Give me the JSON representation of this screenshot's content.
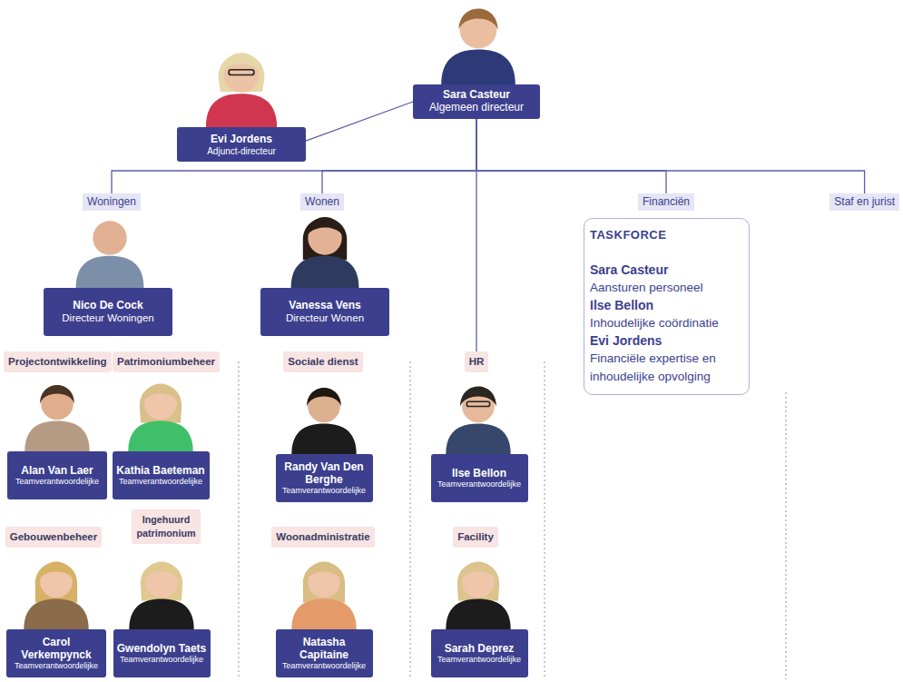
{
  "diagram": {
    "nodes": [
      {
        "text": [
          "Sara Casteur",
          "Algemeen directeur"
        ]
      },
      {
        "text": [
          "Evi Jordens",
          "Adjunct-directeur"
        ]
      },
      {
        "text": [
          "Woningen"
        ]
      },
      {
        "text": [
          "Wonen"
        ]
      },
      {
        "text": [
          "Financiën"
        ]
      },
      {
        "text": [
          "Staf en jurist"
        ]
      },
      {
        "text": [
          "Nico De Cock",
          "Directeur Woningen"
        ]
      },
      {
        "text": [
          "Vanessa Vens",
          "Directeur Wonen"
        ]
      },
      {
        "text": [
          "TASKFORCE",
          "Sara Casteur",
          "Aansturen personeel",
          "Ilse Bellon",
          "Inhoudelijke coördinatie",
          "Evi Jordens",
          "Financiële expertise en inhoudelijke opvolging"
        ]
      },
      {
        "text": [
          "Projectontwikkeling"
        ]
      },
      {
        "text": [
          "Patrimoniumbeheer"
        ]
      },
      {
        "text": [
          "Sociale dienst"
        ]
      },
      {
        "text": [
          "HR"
        ]
      },
      {
        "text": [
          "Alan Van Laer",
          "Teamverantwoordelijke"
        ]
      },
      {
        "text": [
          "Kathia Baeteman",
          "Teamverantwoordelijke"
        ]
      },
      {
        "text": [
          "Randy Van Den Berghe",
          "Teamverantwoordelijke"
        ]
      },
      {
        "text": [
          "Ilse Bellon",
          "Teamverantwoordelijke"
        ]
      },
      {
        "text": [
          "Gebouwenbeheer"
        ]
      },
      {
        "text": [
          "Ingehuurd patrimonium"
        ]
      },
      {
        "text": [
          "Woonadministratie"
        ]
      },
      {
        "text": [
          "Facility"
        ]
      },
      {
        "text": [
          "Carol Verkempynck",
          "Teamverantwoordelijke"
        ]
      },
      {
        "text": [
          "Gwendolyn Taets",
          "Teamverantwoordelijke"
        ]
      },
      {
        "text": [
          "Natasha Capitaine",
          "Teamverantwoordelijke"
        ]
      },
      {
        "text": [
          "Sarah Deprez",
          "Teamverantwoordelijke"
        ]
      }
    ],
    "edges": [
      {
        "from": 0,
        "to": 1,
        "arrow": "none"
      },
      {
        "from": 0,
        "to": 2,
        "arrow": "none"
      },
      {
        "from": 0,
        "to": 3,
        "arrow": "none"
      },
      {
        "from": 0,
        "to": 4,
        "arrow": "none"
      },
      {
        "from": 0,
        "to": 5,
        "arrow": "none"
      },
      {
        "from": 0,
        "to": 12,
        "arrow": "none"
      }
    ]
  }
}
